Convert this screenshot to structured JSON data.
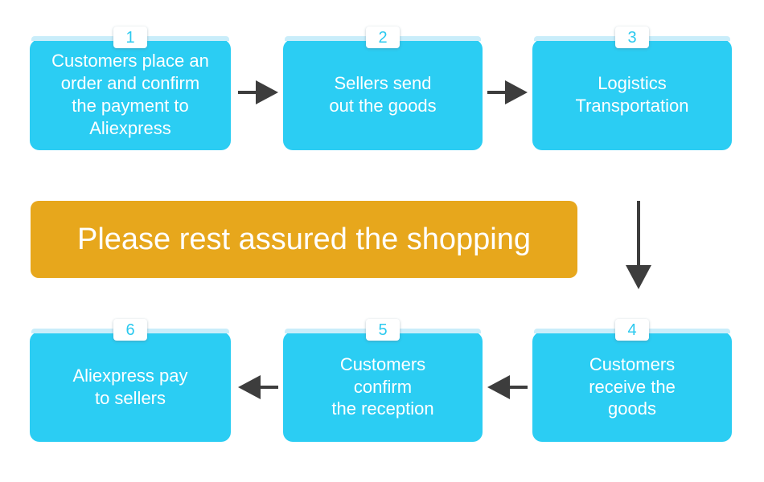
{
  "colors": {
    "box": "#2bcdf3",
    "box_light": "#c9edfa",
    "banner": "#e7a71c",
    "arrow": "#3d3d3d",
    "number": "#2bc9ef",
    "text": "#ffffff",
    "background": "#ffffff"
  },
  "banner": {
    "text": "Please rest assured the shopping"
  },
  "steps": [
    {
      "number": "1",
      "label": "Customers place an\norder and confirm\nthe payment to\nAliexpress"
    },
    {
      "number": "2",
      "label": "Sellers send\nout the goods"
    },
    {
      "number": "3",
      "label": "Logistics\nTransportation"
    },
    {
      "number": "4",
      "label": "Customers\nreceive the\ngoods"
    },
    {
      "number": "5",
      "label": "Customers\nconfirm\nthe reception"
    },
    {
      "number": "6",
      "label": "Aliexpress pay\nto sellers"
    }
  ]
}
